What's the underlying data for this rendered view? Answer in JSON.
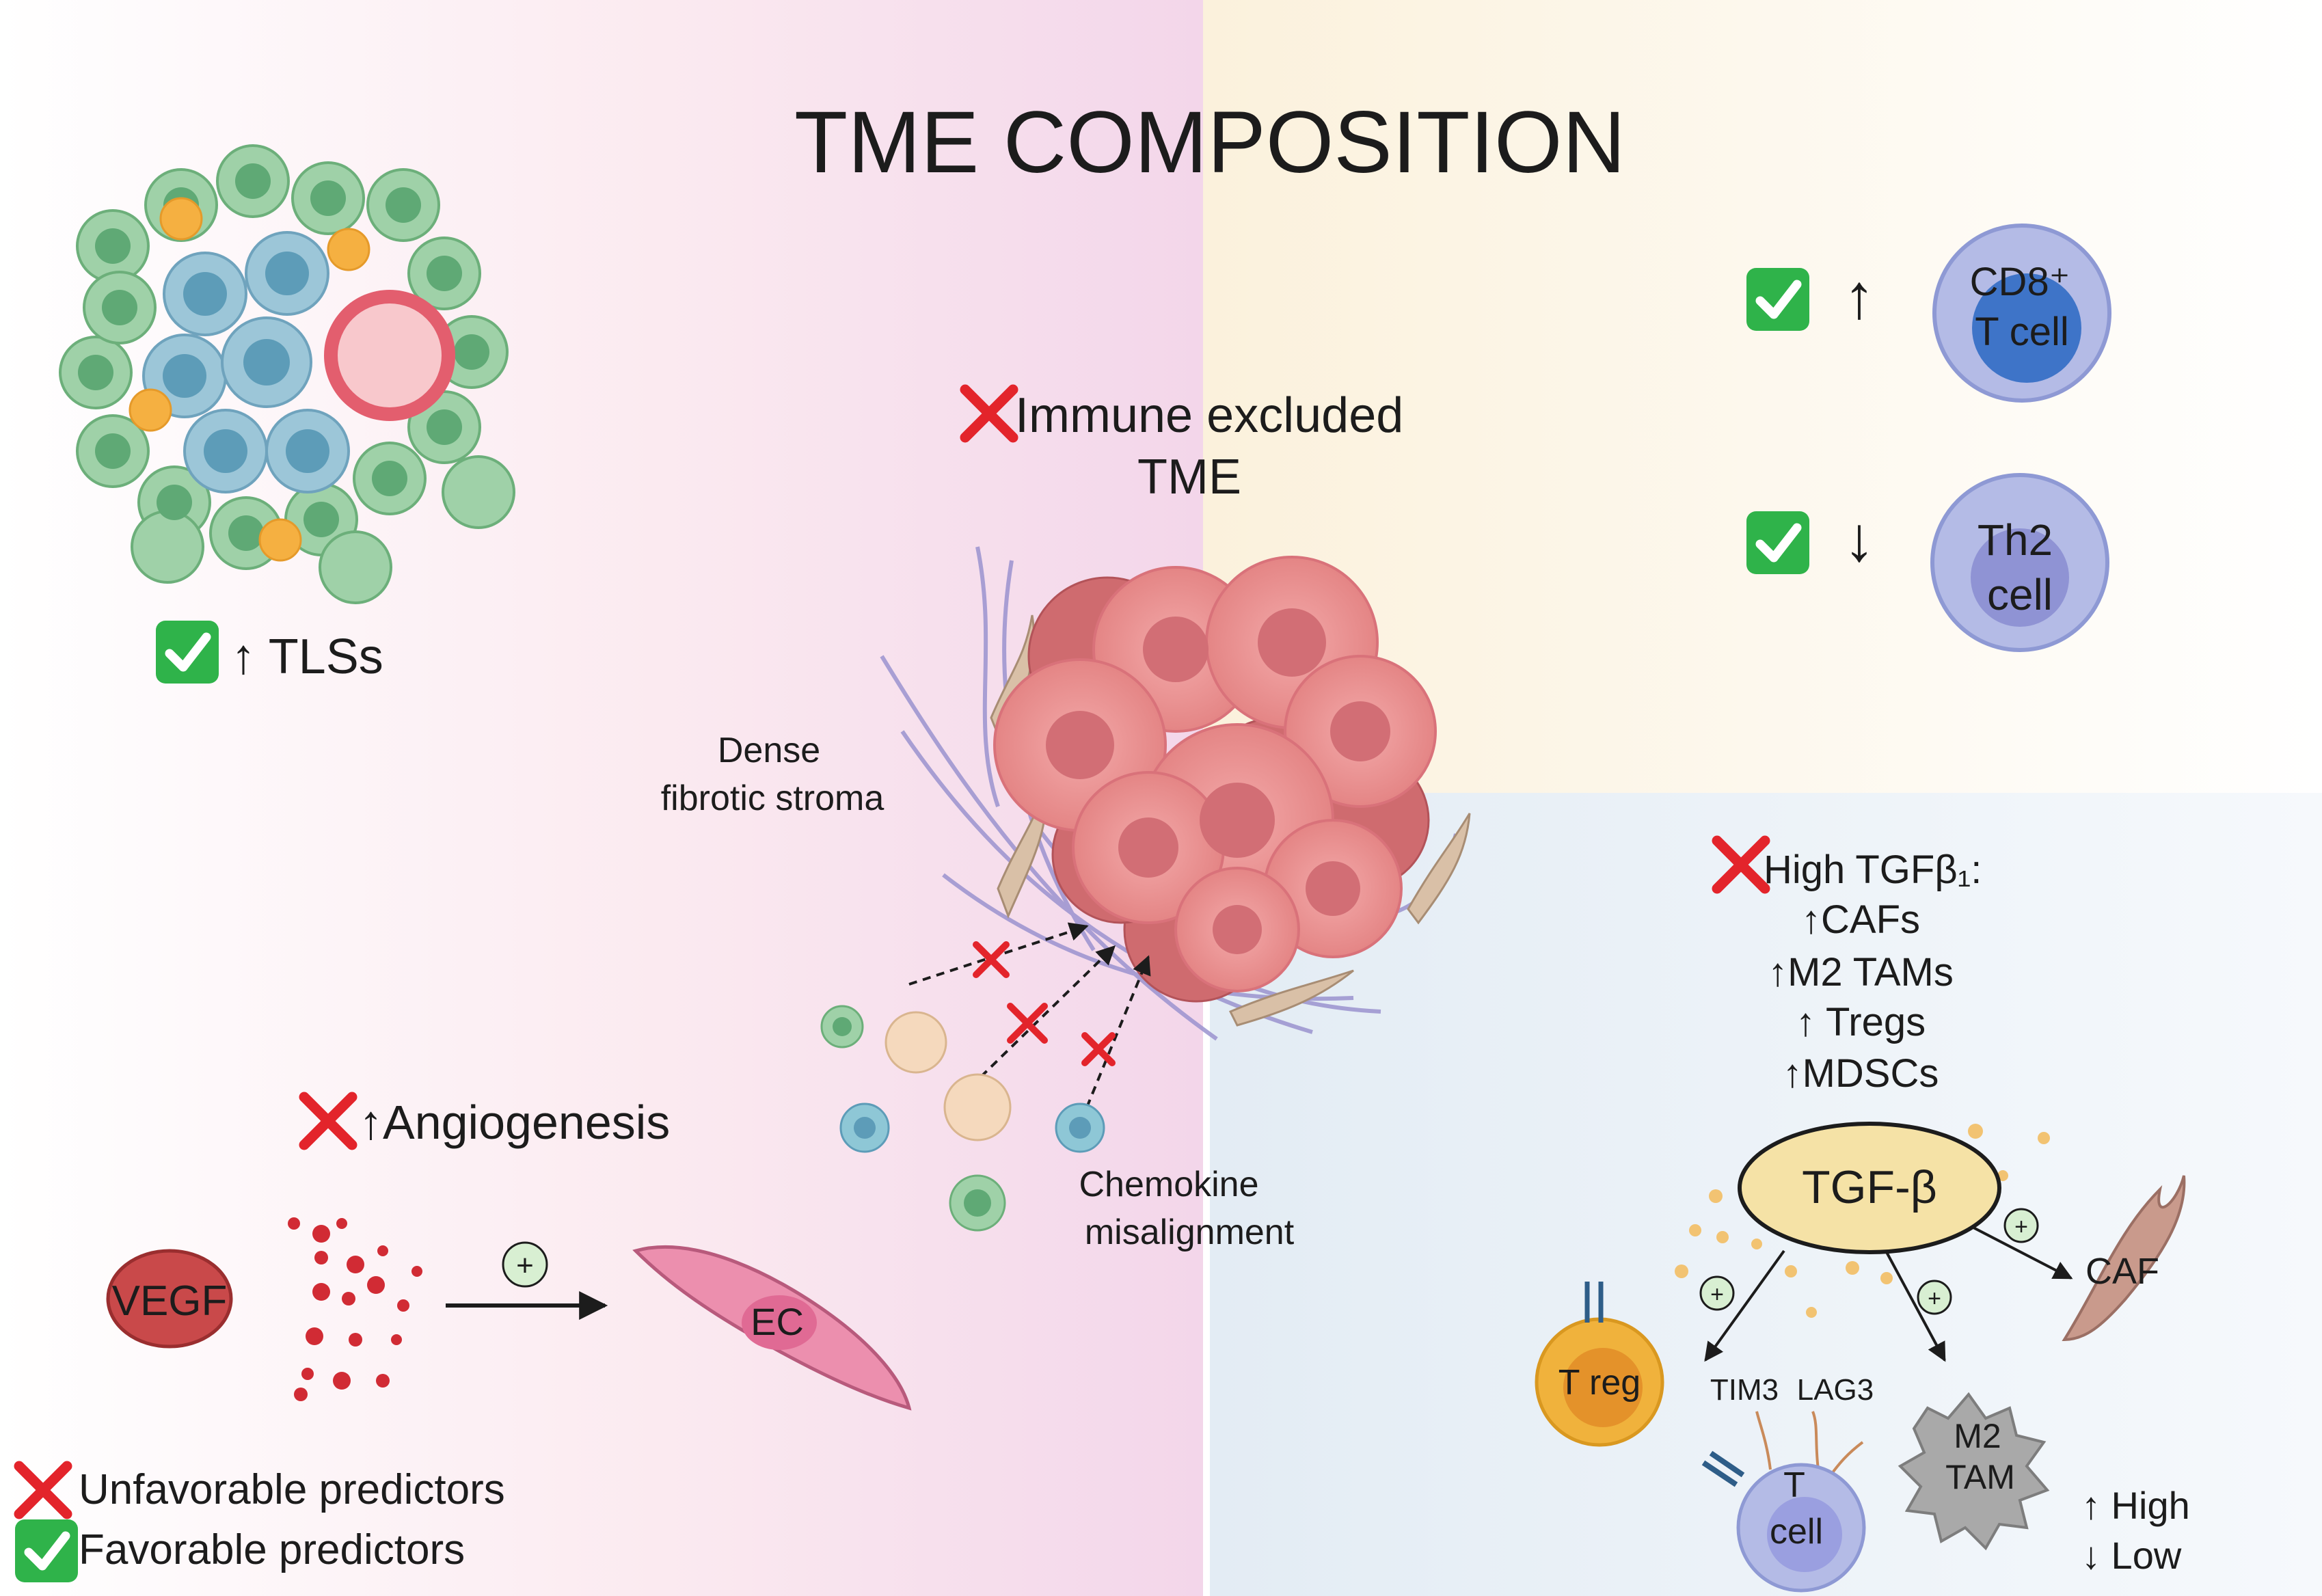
{
  "title": "TME COMPOSITION",
  "tls": {
    "label": "↑ TLSs"
  },
  "center": {
    "heading_line1": "Immune excluded",
    "heading_line2": "TME",
    "stroma_line1": "Dense",
    "stroma_line2": "fibrotic stroma",
    "chemokine_line1": "Chemokine",
    "chemokine_line2": "misalignment"
  },
  "cd8": {
    "arrow": "↑",
    "cell_line1": "CD8⁺",
    "cell_line2": "T cell"
  },
  "th2": {
    "arrow": "↓",
    "cell_line1": "Th2",
    "cell_line2": "cell"
  },
  "angiogenesis": {
    "label": "↑Angiogenesis",
    "vegf": "VEGF",
    "ec": "EC",
    "plus": "+"
  },
  "tgf": {
    "header": "High TGFβ₁:",
    "items": [
      "↑CAFs",
      "↑M2 TAMs",
      "↑ Tregs",
      "↑MDSCs"
    ],
    "center": "TGF-β",
    "caf": "CAF",
    "treg": "T reg",
    "tim3": "TIM3",
    "lag3": "LAG3",
    "tcell_line1": "T",
    "tcell_line2": "cell",
    "m2_line1": "M2",
    "m2_line2": "TAM",
    "plus": "+"
  },
  "legend": {
    "unfavorable": "Unfavorable predictors",
    "favorable": "Favorable predictors",
    "high": "↑ High",
    "low": "↓ Low"
  },
  "colors": {
    "unfavorable_red": "#e3242b",
    "favorable_green": "#2fb34a",
    "vegf": "#c9494a",
    "ec_pink": "#ec8fae",
    "tgf_beige": "#f5e2a6",
    "treg_orange": "#f0b23c",
    "tcell_blue": "#b0b8e6",
    "cd8_blue": "#3e74c8",
    "tam_gray": "#a9a9a9",
    "tumor_pink": "#ec8d8d"
  }
}
